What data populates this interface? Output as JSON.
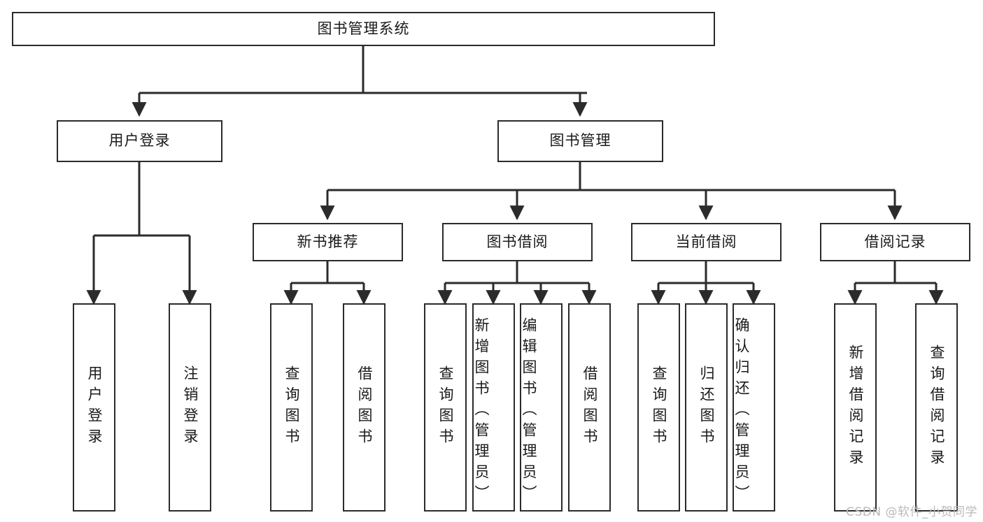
{
  "diagram": {
    "title": "图书管理系统",
    "type": "tree",
    "watermark": "CSDN @软件_小贺同学",
    "colors": {
      "background": "#ffffff",
      "box_fill": "#ffffff",
      "box_border": "#2b2b2b",
      "connector": "#2b2b2b",
      "watermark": "#b9b9b9"
    },
    "levels": {
      "root": {
        "label": "图书管理系统"
      },
      "level2": [
        {
          "id": "user-login",
          "label": "用户登录"
        },
        {
          "id": "book-manage",
          "label": "图书管理"
        }
      ],
      "level3": [
        {
          "id": "new-book-recommend",
          "label": "新书推荐",
          "parent": "book-manage"
        },
        {
          "id": "book-borrow",
          "label": "图书借阅",
          "parent": "book-manage"
        },
        {
          "id": "current-borrow",
          "label": "当前借阅",
          "parent": "book-manage"
        },
        {
          "id": "borrow-record",
          "label": "借阅记录",
          "parent": "book-manage"
        }
      ],
      "leaves": [
        {
          "id": "leaf-user-login",
          "label": "用户登录",
          "parent": "user-login"
        },
        {
          "id": "leaf-user-logout",
          "label": "注销登录",
          "parent": "user-login"
        },
        {
          "id": "leaf-rec-query-book",
          "label": "查询图书",
          "parent": "new-book-recommend"
        },
        {
          "id": "leaf-rec-borrow-book",
          "label": "借阅图书",
          "parent": "new-book-recommend"
        },
        {
          "id": "leaf-bor-query-book",
          "label": "查询图书",
          "parent": "book-borrow"
        },
        {
          "id": "leaf-bor-add-book",
          "label": "新增图书（管理员）",
          "parent": "book-borrow"
        },
        {
          "id": "leaf-bor-edit-book",
          "label": "编辑图书（管理员）",
          "parent": "book-borrow"
        },
        {
          "id": "leaf-bor-borrow-book",
          "label": "借阅图书",
          "parent": "book-borrow"
        },
        {
          "id": "leaf-cur-query-book",
          "label": "查询图书",
          "parent": "current-borrow"
        },
        {
          "id": "leaf-cur-return-book",
          "label": "归还图书",
          "parent": "current-borrow"
        },
        {
          "id": "leaf-cur-confirm",
          "label": "确认归还（管理员）",
          "parent": "current-borrow"
        },
        {
          "id": "leaf-rec-add-record",
          "label": "新增借阅记录",
          "parent": "borrow-record"
        },
        {
          "id": "leaf-rec-query-record",
          "label": "查询借阅记录",
          "parent": "borrow-record"
        }
      ]
    }
  }
}
